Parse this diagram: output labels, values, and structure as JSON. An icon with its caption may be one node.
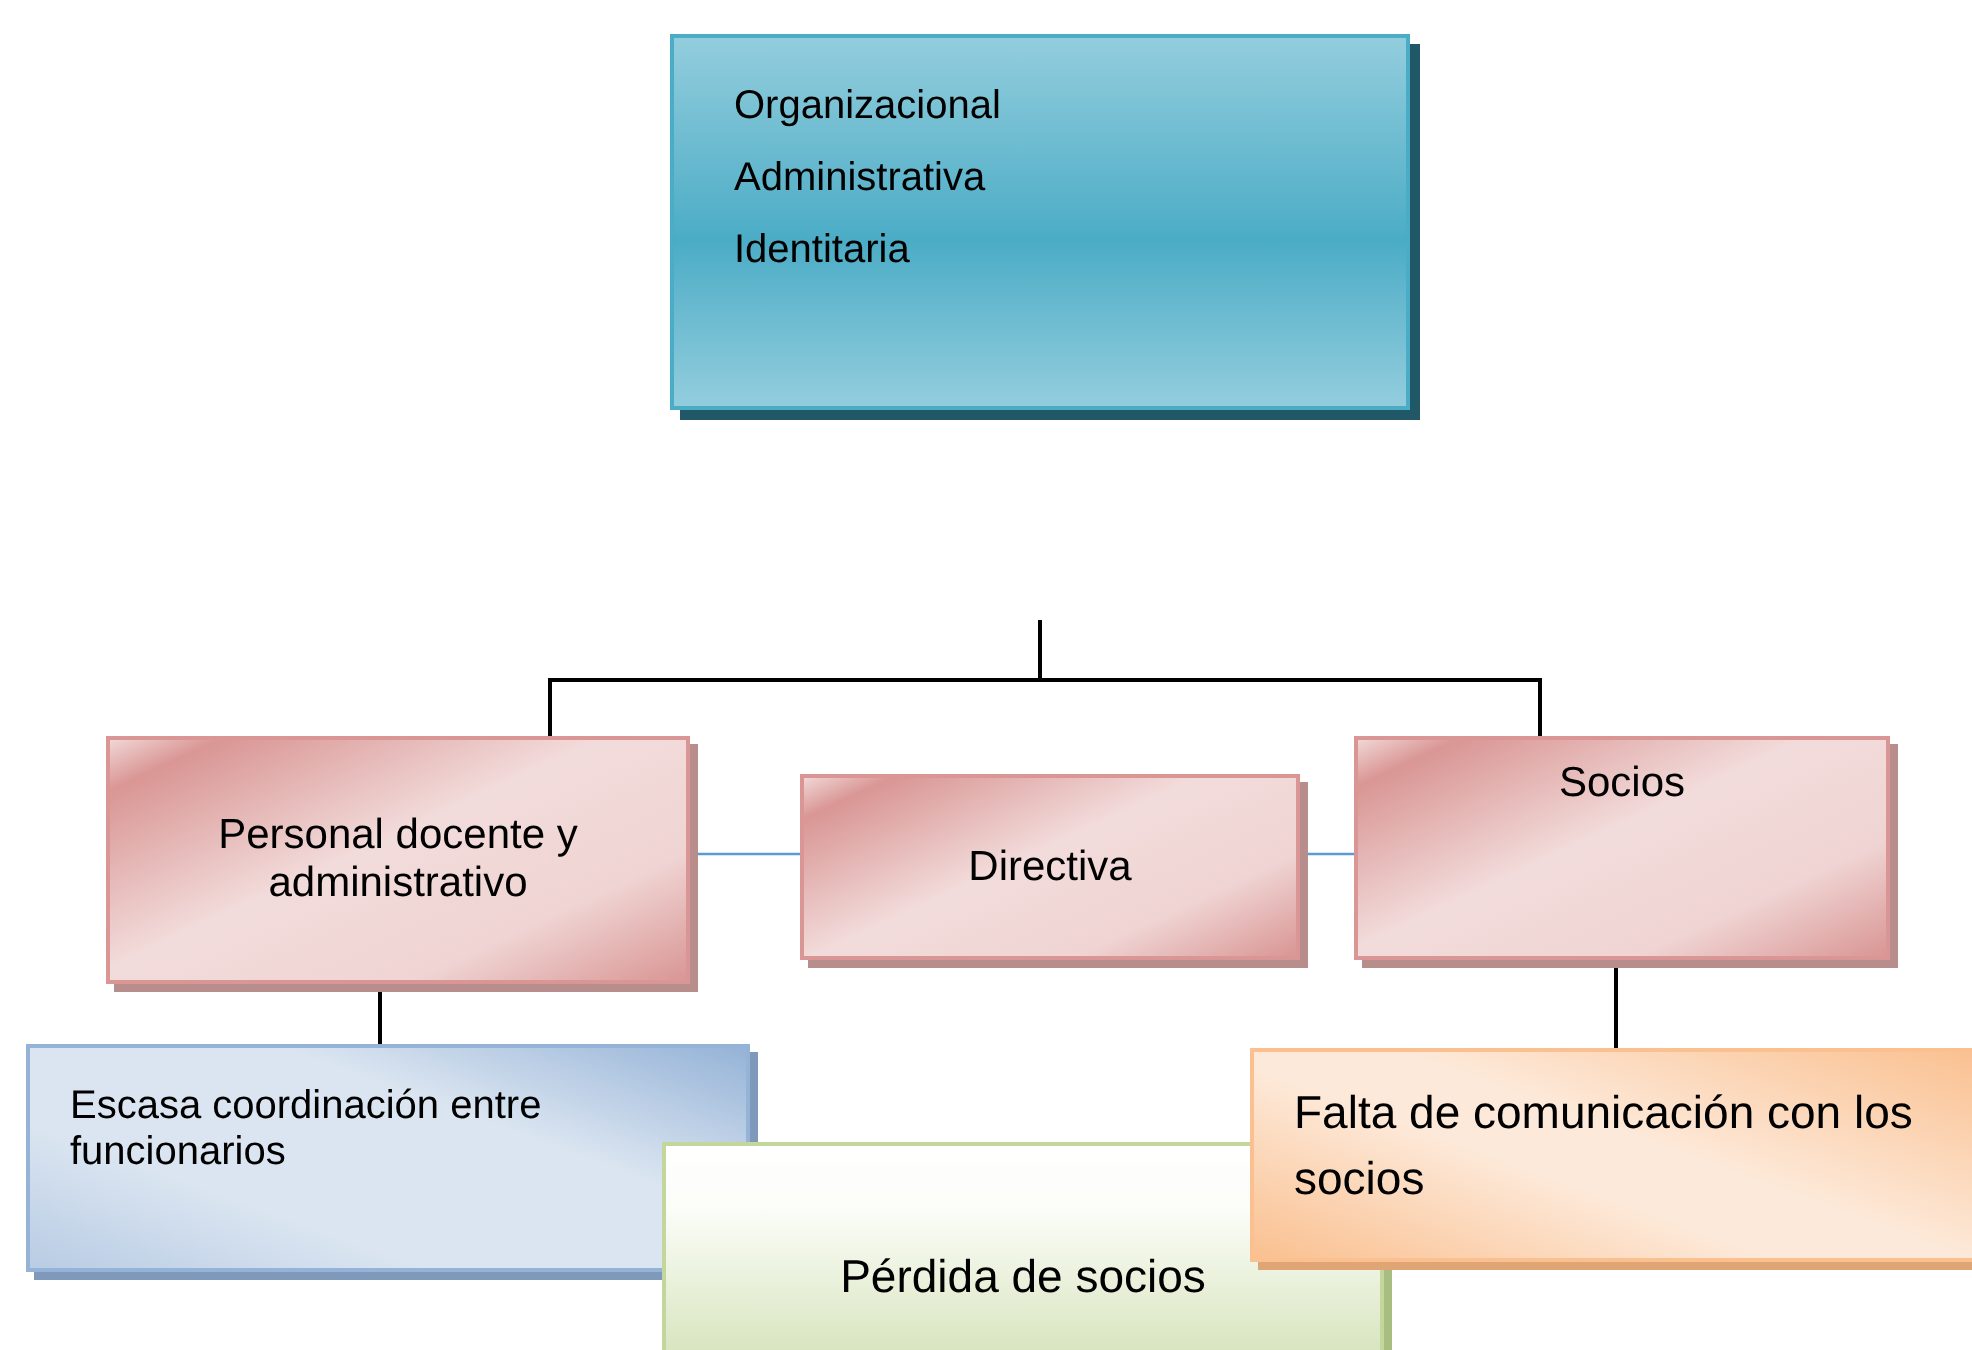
{
  "diagram": {
    "nodes": [
      {
        "text": [
          "Organizacional",
          "Administrativa",
          "Identitaria"
        ]
      },
      {
        "text": [
          "Personal docente y administrativo"
        ]
      },
      {
        "text": [
          "Directiva"
        ]
      },
      {
        "text": [
          "Socios"
        ]
      },
      {
        "text": [
          "Escasa coordinación entre funcionarios"
        ]
      },
      {
        "text": [
          "Pérdida de socios"
        ]
      },
      {
        "text": [
          "Falta de comunicación con los socios"
        ]
      }
    ],
    "edges": [
      {
        "from": null,
        "to": 1,
        "arrow": "none"
      },
      {
        "from": null,
        "to": 3,
        "arrow": "none"
      },
      {
        "from": 1,
        "to": 2,
        "arrow": "none",
        "color": "#5b9bd5"
      },
      {
        "from": 2,
        "to": 3,
        "arrow": "none",
        "color": "#5b9bd5"
      },
      {
        "from": 1,
        "to": 4,
        "arrow": "none"
      },
      {
        "from": 3,
        "to": 6,
        "arrow": "none"
      }
    ]
  }
}
